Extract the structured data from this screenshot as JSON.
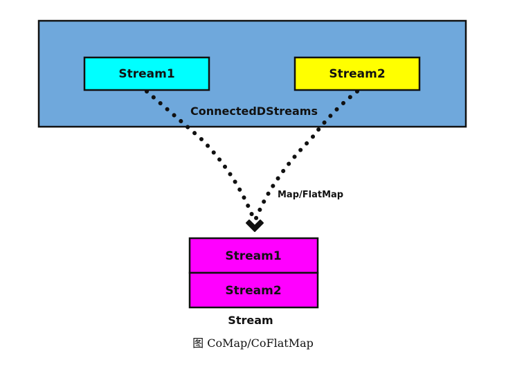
{
  "outer": {
    "label": "ConnectedDStreams",
    "fill": "#6fa8dc"
  },
  "inputs": [
    {
      "label": "Stream1",
      "fill": "#00ffff"
    },
    {
      "label": "Stream2",
      "fill": "#ffff00"
    }
  ],
  "edge_label": "Map/FlatMap",
  "output": {
    "items": [
      {
        "label": "Stream1",
        "fill": "#ff00ff"
      },
      {
        "label": "Stream2",
        "fill": "#ff00ff"
      }
    ],
    "label": "Stream"
  },
  "caption": "图  CoMap/CoFlatMap"
}
